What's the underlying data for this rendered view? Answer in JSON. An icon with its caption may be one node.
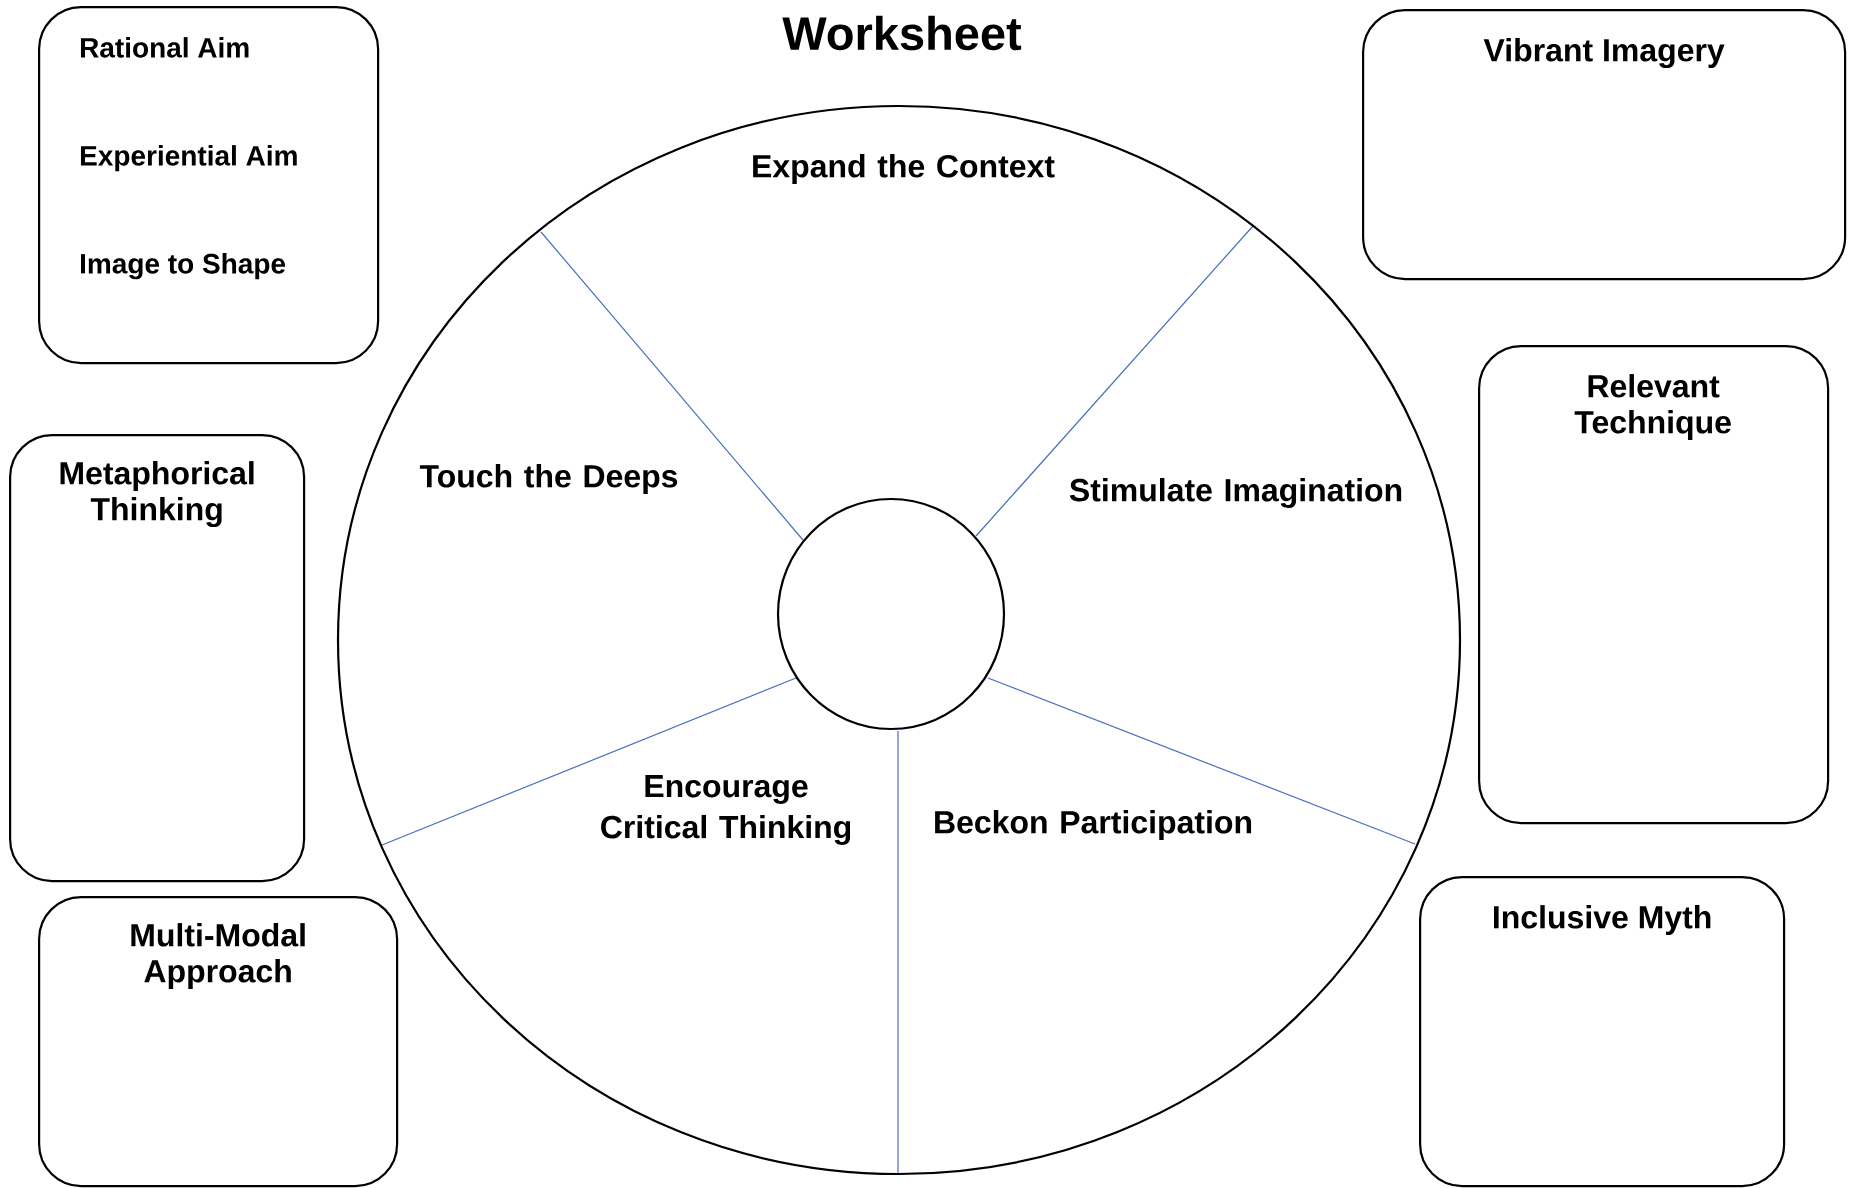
{
  "diagram": {
    "title": "Worksheet",
    "nodes": [
      {
        "text": [
          "Rational Aim",
          "Experiential Aim",
          "Image to Shape"
        ]
      },
      {
        "text": [
          "Vibrant Imagery"
        ]
      },
      {
        "text": [],
        "shape": "circle"
      },
      {
        "text": [],
        "shape": "circle",
        "in": 2
      },
      {
        "text": [
          "Metaphorical Thinking"
        ]
      },
      {
        "text": [
          "Relevant Technique"
        ]
      },
      {
        "text": [
          "Multi-Modal Approach"
        ]
      },
      {
        "text": [
          "Inclusive Myth"
        ]
      }
    ],
    "labels": [
      "Expand the Context",
      "Touch the Deeps",
      "Stimulate Imagination",
      "Encourage Critical Thinking",
      "Beckon Participation"
    ]
  }
}
